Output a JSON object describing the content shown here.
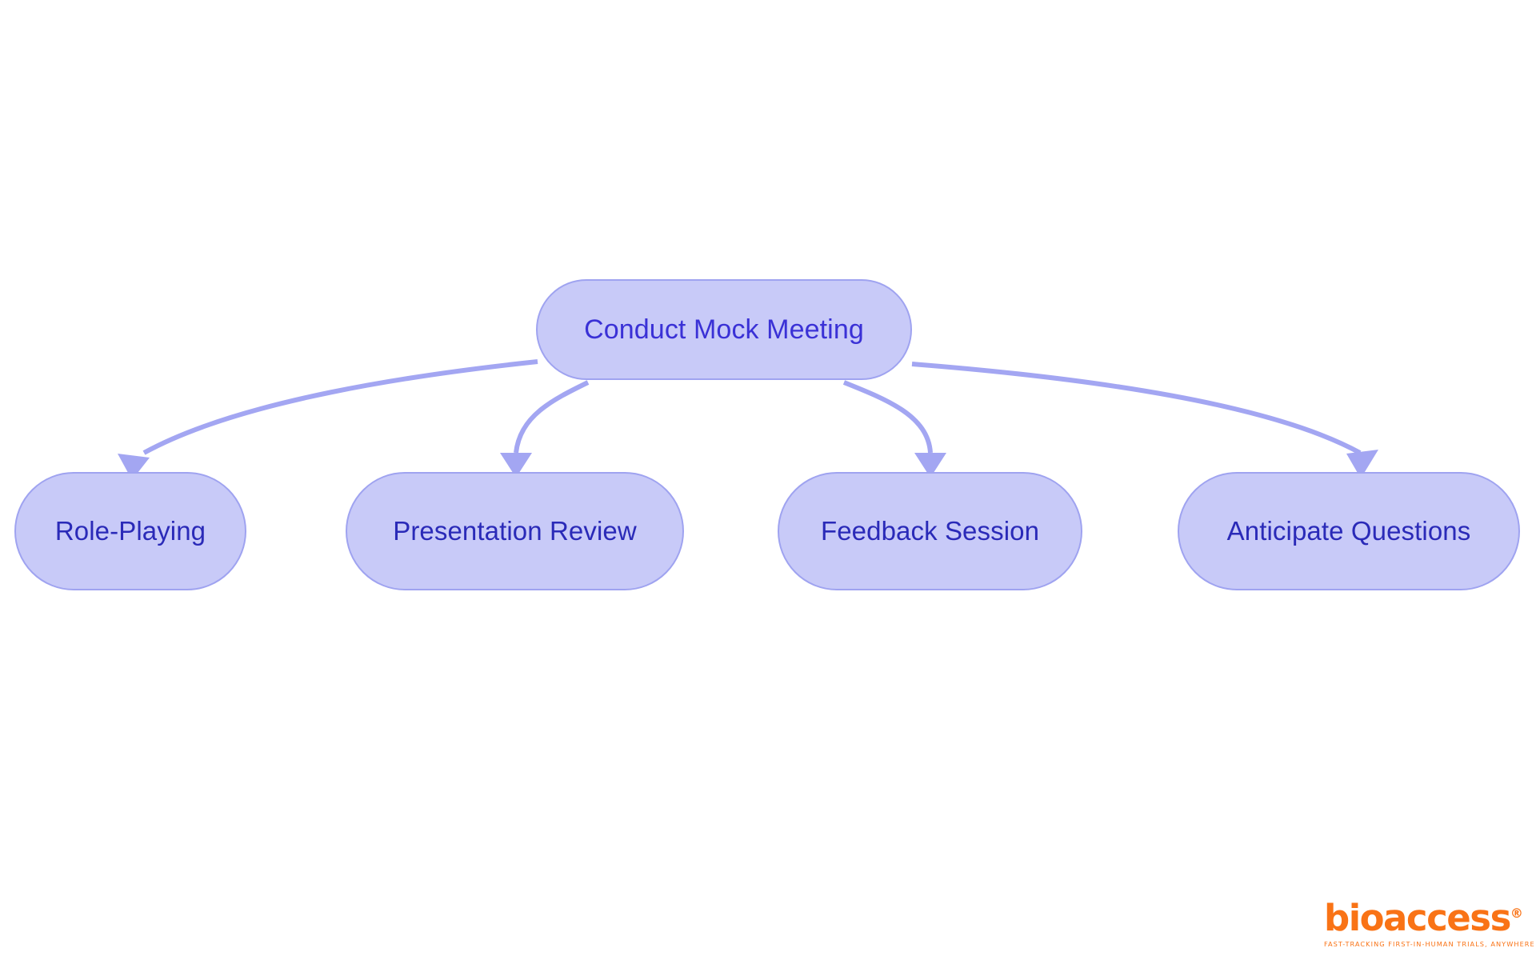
{
  "diagram": {
    "type": "flowchart",
    "orientation": "top-down",
    "background_color": "#ffffff",
    "node_fill_color": "#c8caf8",
    "node_border_color": "#9fa3f0",
    "root_text_color": "#3a31d6",
    "child_text_color": "#2a2ab8",
    "edge_color": "#a3a6f2",
    "root": {
      "id": "conduct-mock-meeting",
      "label": "Conduct Mock Meeting"
    },
    "children": [
      {
        "id": "role-playing",
        "label": "Role-Playing"
      },
      {
        "id": "presentation-review",
        "label": "Presentation Review"
      },
      {
        "id": "feedback-session",
        "label": "Feedback Session"
      },
      {
        "id": "anticipate-questions",
        "label": "Anticipate Questions"
      }
    ],
    "edges": [
      {
        "from": "Conduct Mock Meeting",
        "to": "Role-Playing"
      },
      {
        "from": "Conduct Mock Meeting",
        "to": "Presentation Review"
      },
      {
        "from": "Conduct Mock Meeting",
        "to": "Feedback Session"
      },
      {
        "from": "Conduct Mock Meeting",
        "to": "Anticipate Questions"
      }
    ]
  },
  "branding": {
    "wordmark": "bioaccess",
    "registered_mark": "®",
    "tagline": "FAST-TRACKING FIRST-IN-HUMAN TRIALS, ANYWHERE",
    "color": "#f97316"
  }
}
